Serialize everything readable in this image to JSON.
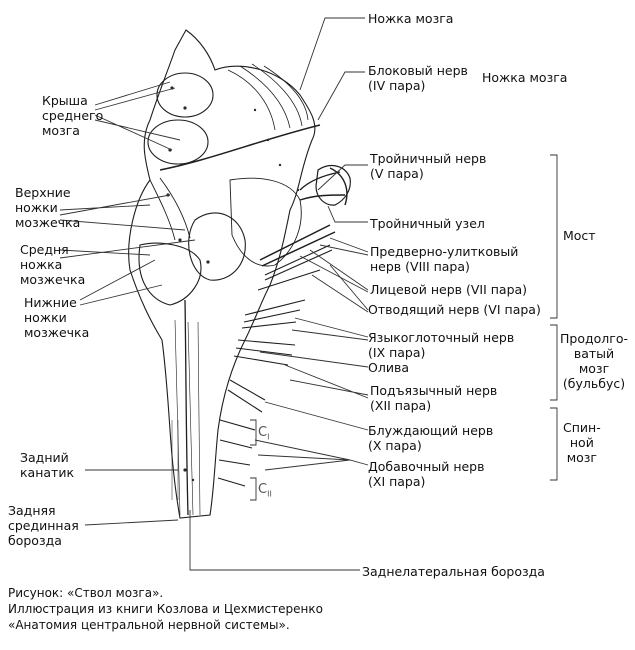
{
  "labels": {
    "nozhka_mozga_top": "Ножка мозга",
    "blokovy_nerv": "Блоковый нерв\n(IV пара)",
    "nozhka_mozga_right": "Ножка мозга",
    "krysha": "Крыша\nсреднего\nмозга",
    "troynichny_nerv": "Тройничный нерв\n(V пара)",
    "verkhnie_nozhki": "Верхние\nножки\nмозжечка",
    "troynichny_uzel": "Тройничный узел",
    "predverno": "Предверно-улитковый\nнерв (VIII пара)",
    "srednya_nozhka": "Средня\nножка\nмозжечка",
    "litsevoy": "Лицевой нерв (VII пара)",
    "otvodyashchy": "Отводящий нерв (VI пара)",
    "nizhnie_nozhki": "Нижние\nножки\nмозжечка",
    "yazykoglotochny": "Языкоглоточный нерв\n(IX пара)",
    "oliva": "Олива",
    "podyazychny": "Подъязычный нерв\n(XII пара)",
    "bluzhdayushchy": "Блуждающий нерв\n(X пара)",
    "dobavochny": "Добавочный нерв\n(XI пара)",
    "zadny_kanatik": "Задний\nканатик",
    "zadnyaya_borozda": "Задняя\nсрединная\nборозда",
    "zadnelateralnaya": "Заднелатеральная борозда",
    "c1": "C",
    "c1_sub": "I",
    "c2": "C",
    "c2_sub": "II"
  },
  "brackets": {
    "most": "Мост",
    "prodolgovaty": "Продолго-\nватый\nмозг\n(бульбус)",
    "spinnoy": "Спин-\nной\nмозг"
  },
  "caption": {
    "line1": "Рисунок: «Ствол мозга».",
    "line2": "Иллюстрация из книги Козлова и Цехмистеренко",
    "line3": "«Анатомия центральной нервной системы»."
  }
}
